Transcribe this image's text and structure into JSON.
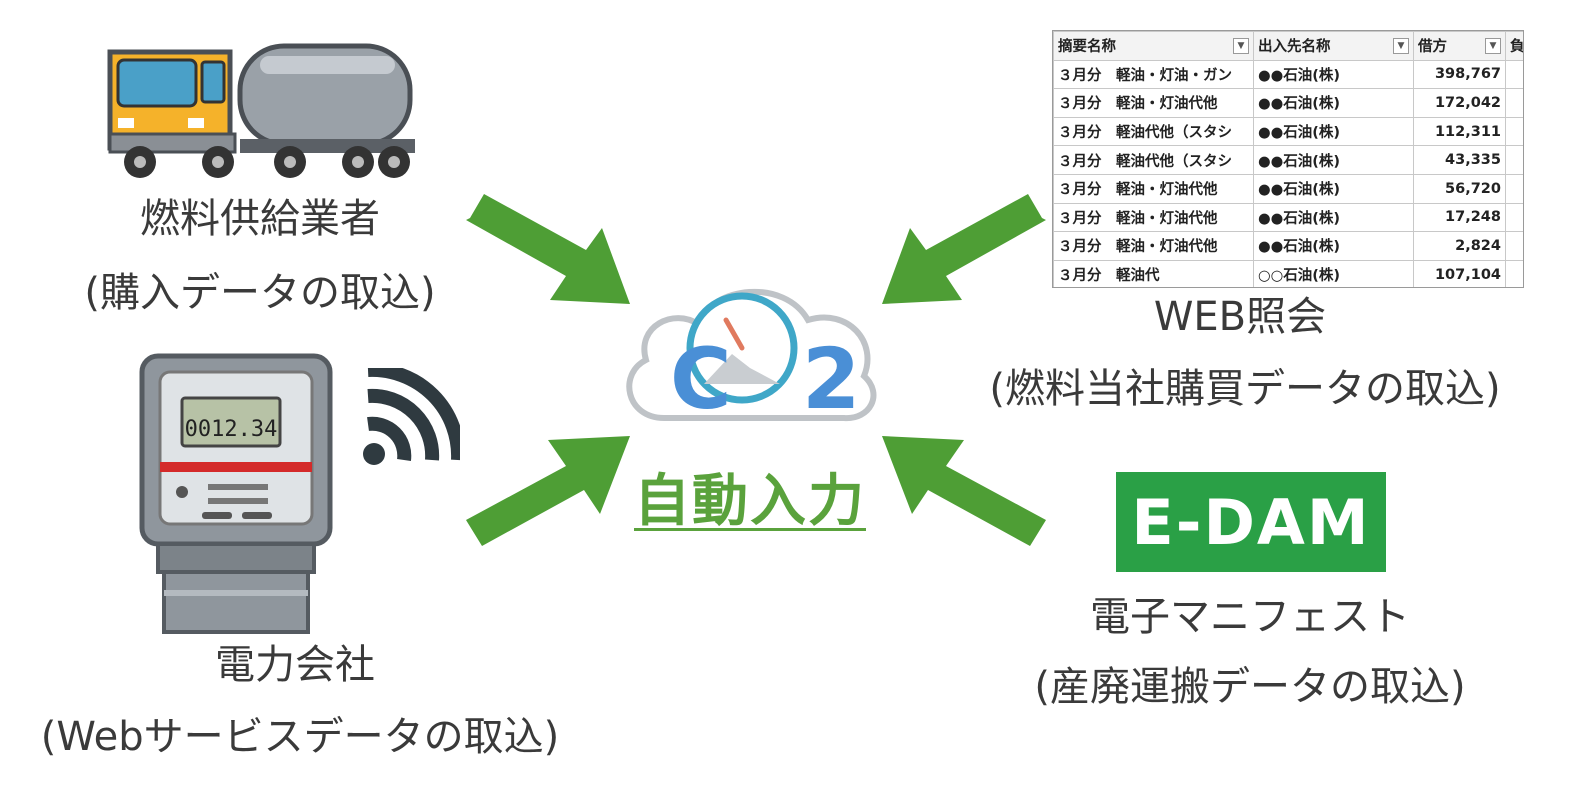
{
  "center": {
    "label": "自動入力",
    "logo_text": "CO2"
  },
  "supplier": {
    "name": "燃料供給業者",
    "sub": "(購入データの取込)"
  },
  "power": {
    "name": "電力会社",
    "sub": "(Webサービスデータの取込)",
    "meter_reading": "0012.34"
  },
  "web": {
    "name": "WEB照会",
    "sub": "(燃料当社購買データの取込)"
  },
  "manifest": {
    "name": "電子マニフェスト",
    "sub": "(産廃運搬データの取込)",
    "logo_text": "E-DAM"
  },
  "sheet": {
    "headers": [
      "摘要名称",
      "出入先名称",
      "借方",
      "負"
    ],
    "rows": [
      [
        "３月分　軽油・灯油・ガン",
        "●●石油(株)",
        "398,767"
      ],
      [
        "３月分　軽油・灯油代他",
        "●●石油(株)",
        "172,042"
      ],
      [
        "３月分　軽油代他（スタシ",
        "●●石油(株)",
        "112,311"
      ],
      [
        "３月分　軽油代他（スタシ",
        "●●石油(株)",
        "43,335"
      ],
      [
        "３月分　軽油・灯油代他",
        "●●石油(株)",
        "56,720"
      ],
      [
        "３月分　軽油・灯油代他",
        "●●石油(株)",
        "17,248"
      ],
      [
        "３月分　軽油・灯油代他",
        "●●石油(株)",
        "2,824"
      ],
      [
        "３月分　軽油代",
        "○○石油(株)",
        "107,104"
      ]
    ]
  },
  "colors": {
    "arrow": "#4e9e35",
    "accent": "#5aa23c",
    "edam": "#2aa046",
    "cloud_ring": "#4a8fd6"
  }
}
